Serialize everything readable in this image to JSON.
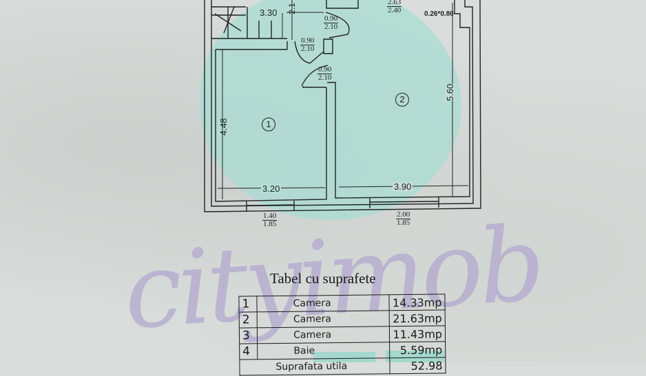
{
  "document": {
    "type": "floor plan",
    "background_color": "#d9dddb",
    "ink_color": "#1d2322",
    "watermark": {
      "text": "cityimob",
      "script_color": "#b3a9cf",
      "logo_color": "#a9dcd2"
    }
  },
  "floor_plan": {
    "rooms": [
      {
        "number": "1",
        "width": "3.20",
        "length": "4.48"
      },
      {
        "number": "2",
        "width": "3.90",
        "length": "5.60"
      },
      {
        "number": "3",
        "label_partial": "2.1"
      }
    ],
    "staircase": {
      "length": "3.30"
    },
    "doors": [
      {
        "width": "0.90",
        "height": "2.10"
      },
      {
        "width": "0.90",
        "height": "2.10"
      },
      {
        "width": "0.90",
        "height": "2.10"
      }
    ],
    "openings": [
      {
        "width": "2.63",
        "height": "2.40"
      }
    ],
    "niche": "0.26*0.80",
    "windows": [
      {
        "width": "1.40",
        "height": "1.85"
      },
      {
        "width": "2.00",
        "height": "1.85"
      }
    ]
  },
  "areas_table": {
    "title": "Tabel cu suprafete",
    "rows": [
      {
        "index": "1",
        "name": "Camera",
        "area": "14.33mp"
      },
      {
        "index": "2",
        "name": "Camera",
        "area": "21.63mp"
      },
      {
        "index": "3",
        "name": "Camera",
        "area": "11.43mp"
      },
      {
        "index": "4",
        "name": "Baie",
        "area": "5.59mp"
      }
    ],
    "total": {
      "label": "Suprafata utila",
      "value": "52.98"
    }
  }
}
